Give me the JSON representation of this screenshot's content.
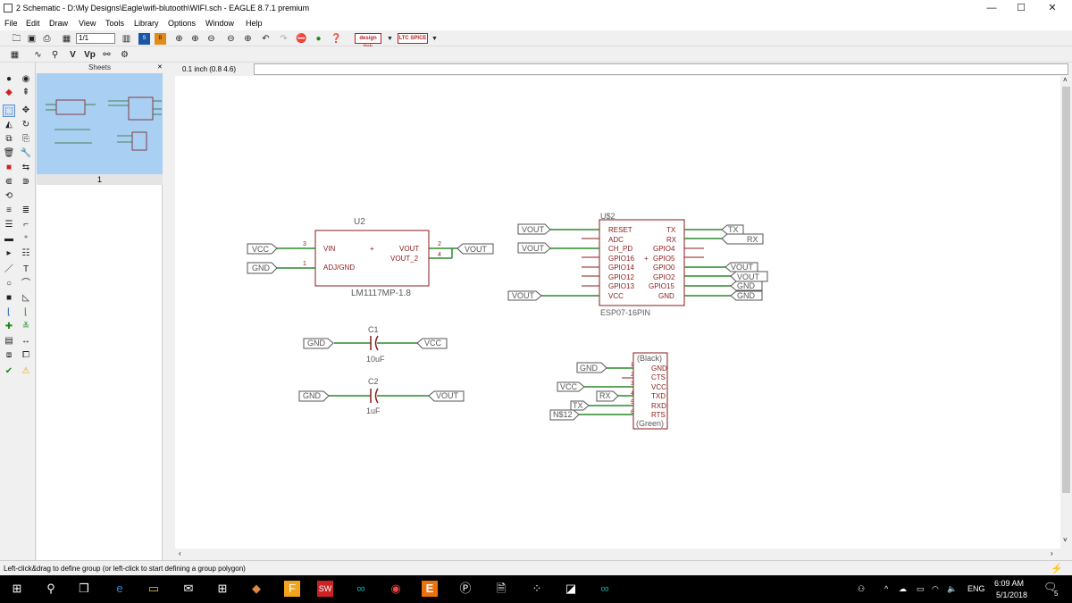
{
  "window": {
    "title": "2 Schematic - D:\\My Designs\\Eagle\\wifi-blutooth\\WIFI.sch - EAGLE 8.7.1 premium",
    "minimize": "—",
    "maximize": "☐",
    "close": "✕"
  },
  "menu": [
    "File",
    "Edit",
    "Draw",
    "View",
    "Tools",
    "Library",
    "Options",
    "Window",
    "Help"
  ],
  "toolbar": {
    "sheet_value": "1/1",
    "logo1": "design link",
    "logo2": "LTC SPICE"
  },
  "sheets": {
    "header": "Sheets",
    "number": "1"
  },
  "coord": "0.1 inch (0.8 4.6)",
  "status": "Left-click&drag to define group (or left-click to start defining a group polygon)",
  "schematic": {
    "u2": {
      "name": "U2",
      "value": "LM1117MP-1.8",
      "pins": [
        "VIN",
        "ADJ/GND",
        "VOUT",
        "VOUT_2"
      ],
      "pin_nums": [
        "3",
        "1",
        "2",
        "4"
      ],
      "plus": "+"
    },
    "u2_labels": {
      "vcc": "VCC",
      "gnd": "GND",
      "vout": "VOUT"
    },
    "u3": {
      "name": "U$2",
      "value": "ESP07-16PIN",
      "left_pins": [
        "RESET",
        "ADC",
        "CH_PD",
        "GPIO16",
        "GPIO14",
        "GPIO12",
        "GPIO13",
        "VCC"
      ],
      "right_pins": [
        "TX",
        "RX",
        "GPIO4",
        "GPIO5",
        "GPIO0",
        "GPIO2",
        "GPIO15",
        "GND"
      ],
      "plus": "+"
    },
    "u3_labels": {
      "vout1": "VOUT",
      "vout2": "VOUT",
      "vout3": "VOUT",
      "tx": "TX",
      "rx": "RX",
      "vout4": "VOUT",
      "vout5": "VOUT",
      "gnd1": "GND",
      "gnd2": "GND"
    },
    "c1": {
      "name": "C1",
      "value": "10uF",
      "left": "GND",
      "right": "VCC"
    },
    "c2": {
      "name": "C2",
      "value": "1uF",
      "left": "GND",
      "right": "VOUT"
    },
    "j1": {
      "top": "(Black)",
      "bottom": "(Green)",
      "pins": [
        "GND",
        "CTS",
        "VCC",
        "TXD",
        "RXD",
        "RTS"
      ],
      "pin_nums": [
        "1",
        "2",
        "3",
        "4",
        "5",
        "6"
      ],
      "labels": [
        "GND",
        "VCC",
        "RX",
        "TX",
        "N$12"
      ]
    }
  },
  "tray": {
    "lang": "ENG",
    "time": "6:09 AM",
    "date": "5/1/2018",
    "notif": "5"
  }
}
